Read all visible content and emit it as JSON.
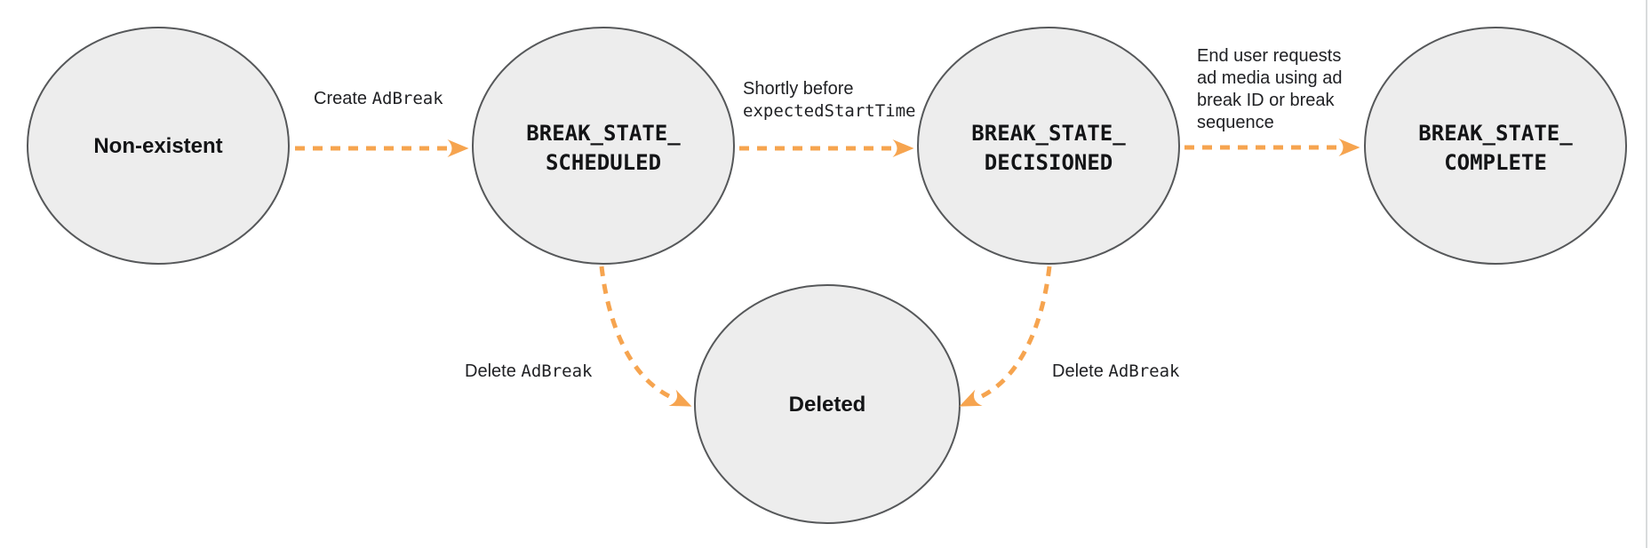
{
  "diagram": {
    "title_hint": "Ad break state transition diagram",
    "colors": {
      "node_fill": "#EDEDED",
      "node_stroke": "#56585A",
      "arrow_orange": "#F6A44F",
      "text": "#202124",
      "page_border": "#D9DBDC"
    },
    "nodes": [
      {
        "id": "non-existent",
        "label": "Non-existent"
      },
      {
        "id": "break-state-scheduled",
        "line1": "BREAK_STATE_",
        "line2": "SCHEDULED"
      },
      {
        "id": "break-state-decisioned",
        "line1": "BREAK_STATE_",
        "line2": "DECISIONED"
      },
      {
        "id": "break-state-complete",
        "line1": "BREAK_STATE_",
        "line2": "COMPLETE"
      },
      {
        "id": "deleted",
        "label": "Deleted"
      }
    ],
    "edges": [
      {
        "from": "Non-existent",
        "to": "BREAK_STATE_SCHEDULED",
        "parts": [
          {
            "text": "Create "
          },
          {
            "text": "AdBreak",
            "code": true
          }
        ]
      },
      {
        "from": "BREAK_STATE_SCHEDULED",
        "to": "BREAK_STATE_DECISIONED",
        "line1": "Shortly before",
        "line2_code": "expectedStartTime"
      },
      {
        "from": "BREAK_STATE_DECISIONED",
        "to": "BREAK_STATE_COMPLETE",
        "lines": [
          "End user requests",
          "ad media using ad",
          "break ID or break",
          "sequence"
        ]
      },
      {
        "from": "BREAK_STATE_SCHEDULED",
        "to": "Deleted",
        "parts": [
          {
            "text": "Delete "
          },
          {
            "text": "AdBreak",
            "code": true
          }
        ]
      },
      {
        "from": "BREAK_STATE_DECISIONED",
        "to": "Deleted",
        "parts": [
          {
            "text": "Delete "
          },
          {
            "text": "AdBreak",
            "code": true
          }
        ]
      }
    ]
  }
}
